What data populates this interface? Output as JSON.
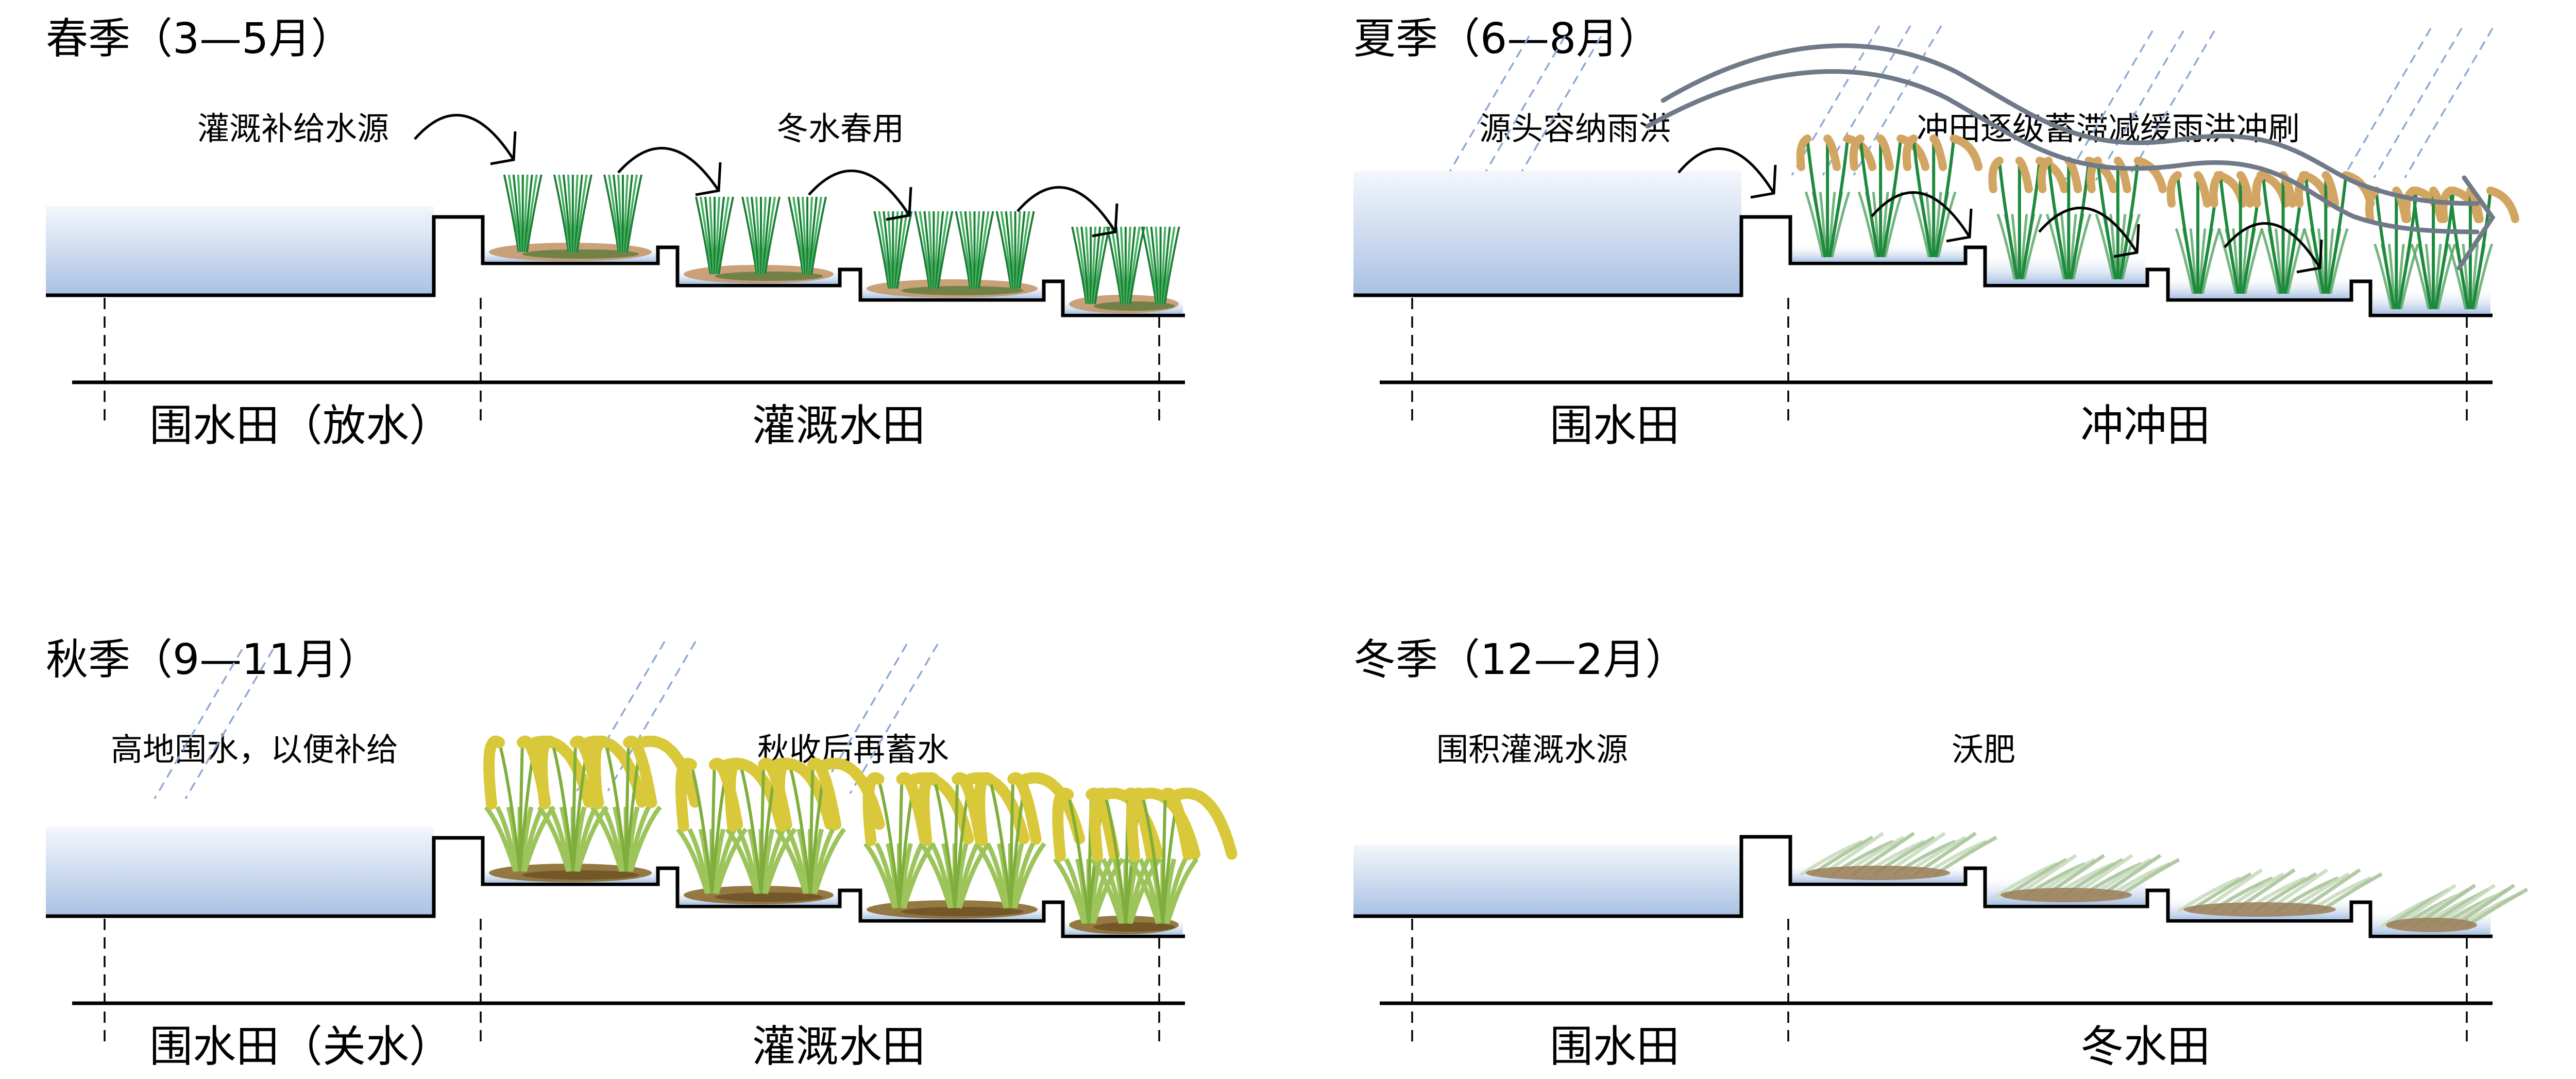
{
  "figure": {
    "description": "Seasonal water management of terraced paddy fields",
    "colors": {
      "water_top": "#f3f6fb",
      "water_bottom": "#a9c1e3",
      "line": "#000000",
      "rain": "#8fa9d4",
      "flow_arrow": "#6f7988",
      "seedling_green": "#2f9a48",
      "summer_grain": "#d2a662",
      "autumn_leaf": "#9cc45a",
      "autumn_grain": "#d9c83a",
      "soil_brown": "#8a6a2e",
      "spring_soil": "#c4976a",
      "winter_straw": "#a8c49a"
    }
  },
  "panels": [
    {
      "id": "spring",
      "title": "春季（3—5月）",
      "left_note": "灌溉补给水源",
      "right_note": "冬水春用",
      "left_zone_label": "围水田（放水）",
      "right_zone_label": "灌溉水田",
      "vegetation": "seedlings",
      "rain": false,
      "flow_arrow": false,
      "hop_arrows": 4
    },
    {
      "id": "summer",
      "title": "夏季（6—8月）",
      "left_note": "源头容纳雨洪",
      "right_note": "冲田逐级蓄滞减缓雨洪冲刷",
      "left_zone_label": "围水田",
      "right_zone_label": "冲冲田",
      "vegetation": "flowering-rice",
      "rain": true,
      "flow_arrow": true,
      "hop_arrows": 4
    },
    {
      "id": "autumn",
      "title": "秋季（9—11月）",
      "left_note": "高地围水，以便补给",
      "right_note": "秋收后再蓄水",
      "left_zone_label": "围水田（关水）",
      "right_zone_label": "灌溉水田",
      "vegetation": "ripe-rice",
      "rain": true,
      "flow_arrow": false,
      "hop_arrows": 0
    },
    {
      "id": "winter",
      "title": "冬季（12—2月）",
      "left_note": "围积灌溉水源",
      "right_note": "沃肥",
      "left_zone_label": "围水田",
      "right_zone_label": "冬水田",
      "vegetation": "straw",
      "rain": false,
      "flow_arrow": false,
      "hop_arrows": 0
    }
  ]
}
